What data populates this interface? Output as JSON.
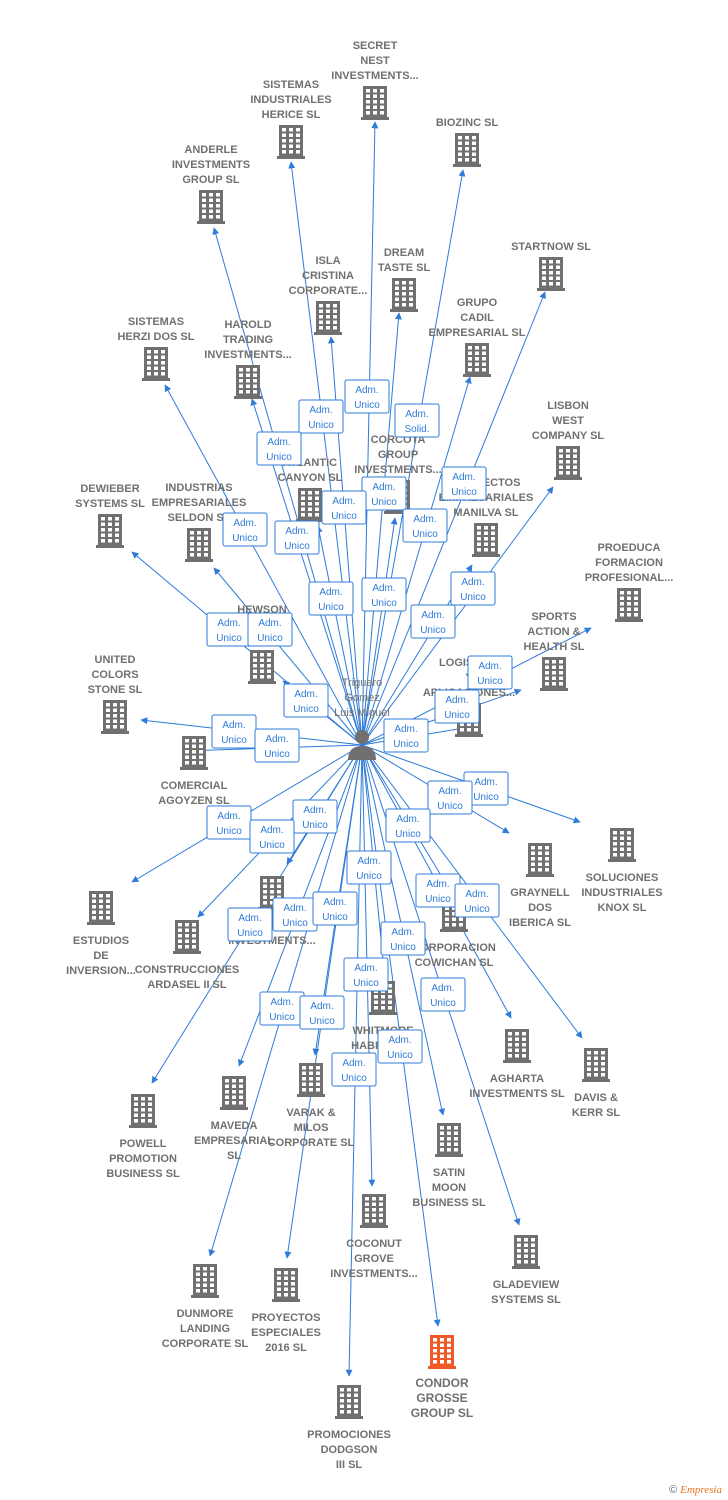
{
  "colors": {
    "edge": "#2f7bd9",
    "node": "#707070",
    "highlight": "#f05a28",
    "person": "#707070",
    "badge_border": "#2f7bd9"
  },
  "center": {
    "name": [
      "Triguero",
      "Gomez",
      "Luis Miguel"
    ],
    "icon": "person-icon"
  },
  "nodes": [
    {
      "id": "n1",
      "lines": [
        "SECRET",
        "NEST",
        "INVESTMENTS..."
      ]
    },
    {
      "id": "n2",
      "lines": [
        "SISTEMAS",
        "INDUSTRIALES",
        "HERICE  SL"
      ]
    },
    {
      "id": "n3",
      "lines": [
        "BIOZINC SL"
      ]
    },
    {
      "id": "n4",
      "lines": [
        "ANDERLE",
        "INVESTMENTS",
        "GROUP SL"
      ]
    },
    {
      "id": "n5",
      "lines": [
        "STARTNOW SL"
      ]
    },
    {
      "id": "n6",
      "lines": [
        "DREAM",
        "TASTE SL"
      ]
    },
    {
      "id": "n7",
      "lines": [
        "ISLA",
        "CRISTINA",
        "CORPORATE..."
      ]
    },
    {
      "id": "n8",
      "lines": [
        "GRUPO",
        "CADIL",
        "EMPRESARIAL SL"
      ]
    },
    {
      "id": "n9",
      "lines": [
        "SISTEMAS",
        "HERZI DOS SL"
      ]
    },
    {
      "id": "n10",
      "lines": [
        "HAROLD",
        "TRADING",
        "INVESTMENTS..."
      ]
    },
    {
      "id": "n11",
      "lines": [
        "LISBON",
        "WEST",
        "COMPANY  SL"
      ]
    },
    {
      "id": "n12",
      "lines": [
        "CORCOTA",
        "GROUP",
        "INVESTMENTS..."
      ]
    },
    {
      "id": "n13",
      "lines": [
        "ATLANTIC",
        "CANYON SL"
      ]
    },
    {
      "id": "n14",
      "lines": [
        "PROYECTOS",
        "EMPRESARIALES",
        "MANILVA SL"
      ]
    },
    {
      "id": "n15",
      "lines": [
        "DEWIEBER",
        "SYSTEMS  SL"
      ]
    },
    {
      "id": "n16",
      "lines": [
        "INDUSTRIAS",
        "EMPRESARIALES",
        "SELDON SL"
      ]
    },
    {
      "id": "n17",
      "lines": [
        "PROEDUCA",
        "FORMACION",
        "PROFESIONAL..."
      ]
    },
    {
      "id": "n18",
      "lines": [
        "SPORTS",
        "ACTION &",
        "HEALTH  SL"
      ]
    },
    {
      "id": "n19",
      "lines": [
        "HEWSON",
        "PROJECT",
        "SL"
      ]
    },
    {
      "id": "n20",
      "lines": [
        "LOGISTICA",
        "Y",
        "APLICACIONES..."
      ]
    },
    {
      "id": "n21",
      "lines": [
        "UNITED",
        "COLORS",
        "STONE SL"
      ]
    },
    {
      "id": "n22",
      "lines": [
        "COMERCIAL",
        "AGOYZEN SL"
      ]
    },
    {
      "id": "n23",
      "lines": [
        "SOLUCIONES",
        "INDUSTRIALES",
        "KNOX SL"
      ]
    },
    {
      "id": "n24",
      "lines": [
        "GRAYNELL",
        "DOS",
        "IBERICA  SL"
      ]
    },
    {
      "id": "n25",
      "lines": [
        "ESTUDIOS",
        "DE",
        "INVERSION..."
      ]
    },
    {
      "id": "n26",
      "lines": [
        "CONSTRUCCIONES",
        "ARDASEL II  SL"
      ]
    },
    {
      "id": "n27",
      "lines": [
        "PIRES",
        "INVESTMENTS..."
      ]
    },
    {
      "id": "n28",
      "lines": [
        "CORPORACION",
        "COWICHAN SL"
      ]
    },
    {
      "id": "n29",
      "lines": [
        "WHITMORE",
        "HABITAT SL"
      ]
    },
    {
      "id": "n30",
      "lines": [
        "AGHARTA",
        "INVESTMENTS SL"
      ]
    },
    {
      "id": "n31",
      "lines": [
        "DAVIS &",
        "KERR SL"
      ]
    },
    {
      "id": "n32",
      "lines": [
        "POWELL",
        "PROMOTION",
        "BUSINESS  SL"
      ]
    },
    {
      "id": "n33",
      "lines": [
        "MAVEDA",
        "EMPRESARIAL",
        "SL"
      ]
    },
    {
      "id": "n34",
      "lines": [
        "VARAK &",
        "MILOS",
        "CORPORATE SL"
      ]
    },
    {
      "id": "n35",
      "lines": [
        "SATIN",
        "MOON",
        "BUSINESS SL"
      ]
    },
    {
      "id": "n36",
      "lines": [
        "COCONUT",
        "GROVE",
        "INVESTMENTS..."
      ]
    },
    {
      "id": "n37",
      "lines": [
        "GLADEVIEW",
        "SYSTEMS  SL"
      ]
    },
    {
      "id": "n38",
      "lines": [
        "DUNMORE",
        "LANDING",
        "CORPORATE SL"
      ]
    },
    {
      "id": "n39",
      "lines": [
        "PROYECTOS",
        "ESPECIALES",
        "2016  SL"
      ]
    },
    {
      "id": "n40",
      "lines": [
        "CONDOR",
        "GROSSE",
        "GROUP  SL"
      ],
      "highlight": true
    },
    {
      "id": "n41",
      "lines": [
        "PROMOCIONES",
        "DODGSON",
        "III SL"
      ]
    }
  ],
  "badges": [
    [
      "Adm.",
      "Unico"
    ],
    [
      "Adm.",
      "Solid."
    ],
    [
      "Adm.",
      "Unico"
    ],
    [
      "Adm.",
      "Unico"
    ],
    [
      "Adm.",
      "Unico"
    ],
    [
      "Adm.",
      "Unico"
    ],
    [
      "Adm.",
      "Unico"
    ],
    [
      "Adm.",
      "Unico"
    ],
    [
      "Adm.",
      "Unico"
    ],
    [
      "Adm.",
      "Unico"
    ],
    [
      "Adm.",
      "Unico"
    ],
    [
      "Adm.",
      "Unico"
    ],
    [
      "Adm.",
      "Unico"
    ],
    [
      "Adm.",
      "Unico"
    ],
    [
      "Adm.",
      "Unico"
    ],
    [
      "Adm.",
      "Unico"
    ],
    [
      "Adm.",
      "Unico"
    ],
    [
      "Adm.",
      "Unico"
    ],
    [
      "Adm.",
      "Unico"
    ],
    [
      "Adm.",
      "Unico"
    ],
    [
      "Adm.",
      "Unico"
    ],
    [
      "Adm.",
      "Unico"
    ],
    [
      "Adm.",
      "Unico"
    ],
    [
      "Adm.",
      "Unico"
    ],
    [
      "Adm.",
      "Unico"
    ],
    [
      "Adm.",
      "Unico"
    ],
    [
      "Adm.",
      "Unico"
    ],
    [
      "Adm.",
      "Unico"
    ],
    [
      "Adm.",
      "Unico"
    ],
    [
      "Adm.",
      "Unico"
    ],
    [
      "Adm.",
      "Unico"
    ],
    [
      "Adm.",
      "Unico"
    ],
    [
      "Adm.",
      "Unico"
    ],
    [
      "Adm.",
      "Unico"
    ],
    [
      "Adm.",
      "Unico"
    ],
    [
      "Adm.",
      "Unico"
    ],
    [
      "Adm.",
      "Unico"
    ],
    [
      "Adm.",
      "Unico"
    ],
    [
      "Adm.",
      "Unico"
    ],
    [
      "Adm.",
      "Unico"
    ],
    [
      "Adm.",
      "Unico"
    ]
  ],
  "footer": {
    "symbol": "©",
    "brand": "Empresia"
  }
}
